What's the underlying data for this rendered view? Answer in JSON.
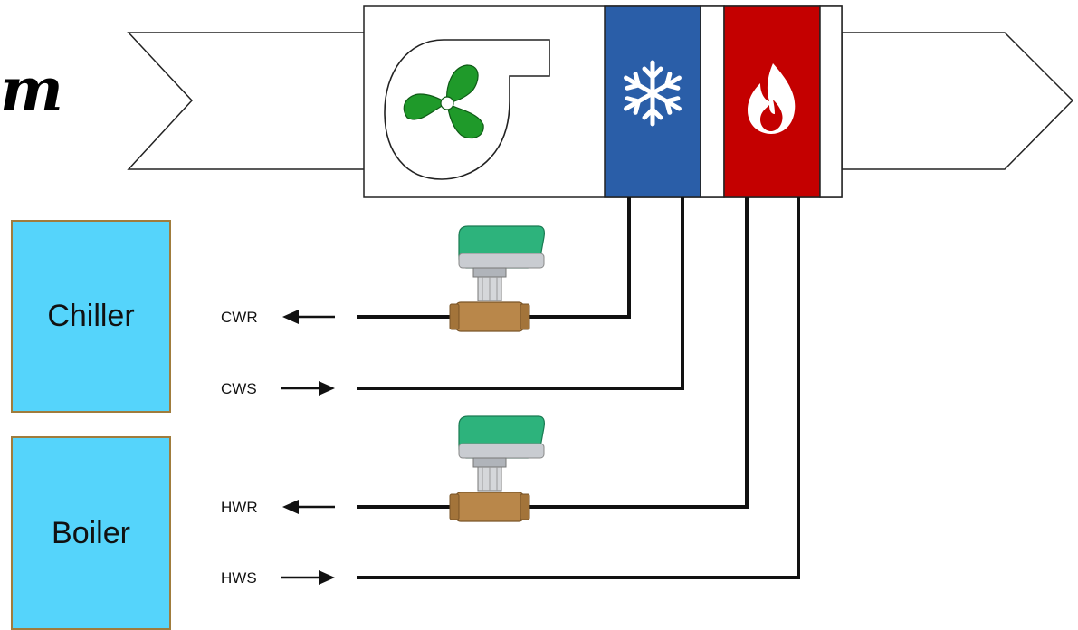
{
  "title_fragment": "m",
  "equipment": {
    "chiller": "Chiller",
    "boiler": "Boiler"
  },
  "pipes": {
    "cwr": "CWR",
    "cws": "CWS",
    "hwr": "HWR",
    "hws": "HWS"
  },
  "colors": {
    "cooling_coil": "#2a5ea8",
    "heating_coil": "#c40000",
    "fan": "#1f9a2a",
    "equipment_fill": "#55d4fb",
    "equipment_border": "#a07c3c",
    "valve_actuator": "#2db37c",
    "valve_body": "#b9874a"
  },
  "icons": {
    "fan": "fan-icon",
    "cooling": "snowflake-icon",
    "heating": "flame-icon"
  }
}
